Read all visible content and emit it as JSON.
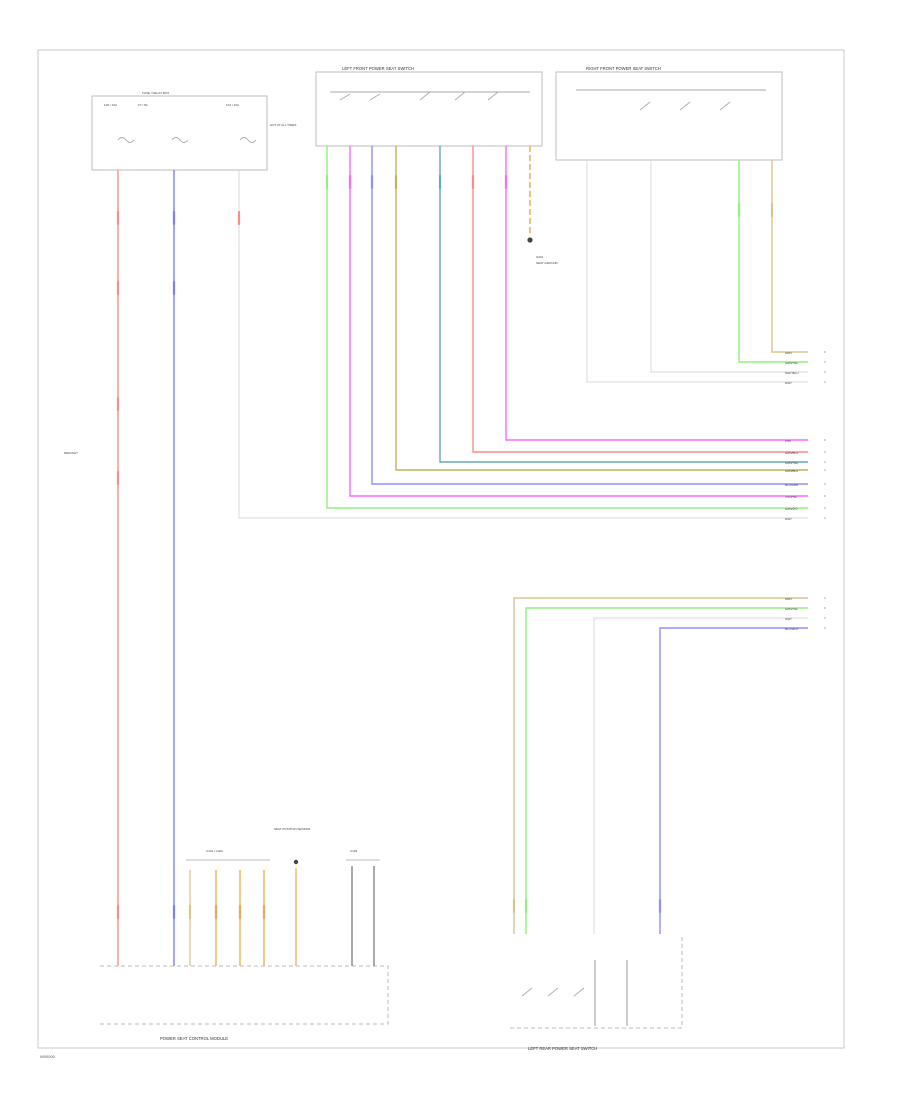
{
  "colors": {
    "red": "#ff8a8a",
    "blue": "#7f7ff5",
    "green": "#92f080",
    "magenta": "#ff66ff",
    "violet": "#8f8fff",
    "olive": "#c4b25a",
    "teal": "#6aa9b0",
    "tan": "#d8c58f",
    "orange": "#e9a94e",
    "white": "#d8d8d8",
    "dark": "#555555",
    "frame": "#c8c8c8"
  },
  "diagram": {
    "page_stamp": "W00000",
    "fuse_box": {
      "fuse_a": "F20 / 10A",
      "fuse_b": "F7 / 5A",
      "fuse_c": "F12 / 15A",
      "junction": "FUSE / RELAY BOX",
      "note": "HOT AT ALL TIMES"
    },
    "lf_switch_title": "LEFT FRONT POWER SEAT SWITCH",
    "rf_switch_title": "RIGHT FRONT POWER SEAT SWITCH",
    "module_title": "POWER SEAT CONTROL MODULE",
    "lr_switch_title": "LEFT REAR POWER SEAT SWITCH",
    "splice_label": "G201",
    "splice_note": "SEAT GROUND",
    "left_wire_label": "RED/WHT",
    "connector_group_a": "C401 / C402",
    "connector_group_b": "SEAT POSITION SENSOR",
    "connector_group_c": "C403",
    "upper_right_wires": [
      "GRN",
      "GRN/YEL",
      "WHT/BLU",
      "WHT"
    ],
    "middle_wires": [
      "PNK",
      "GRN/BLU",
      "GRN/YEL",
      "GRN/BLU",
      "BLU/GRN",
      "VIO/PNK",
      "GRN/VIO",
      "WHT"
    ],
    "lower_right_wires": [
      "GRN",
      "GRN/YEL",
      "WHT",
      "BLU/WHT"
    ]
  }
}
